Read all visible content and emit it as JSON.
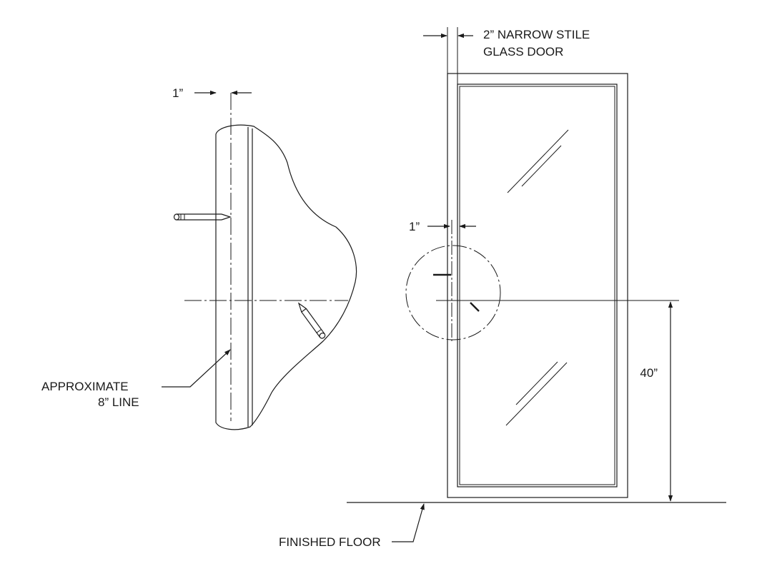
{
  "labels": {
    "detail_one_inch": "1”",
    "door_one_inch": "1”",
    "stile_line1": "2” NARROW STILE",
    "stile_line2": "GLASS DOOR",
    "approx_line1": "APPROXIMATE",
    "approx_line2": "8” LINE",
    "height_dim": "40”",
    "floor": "FINISHED FLOOR"
  },
  "colors": {
    "ink": "#1a1a1a",
    "background": "#ffffff"
  }
}
